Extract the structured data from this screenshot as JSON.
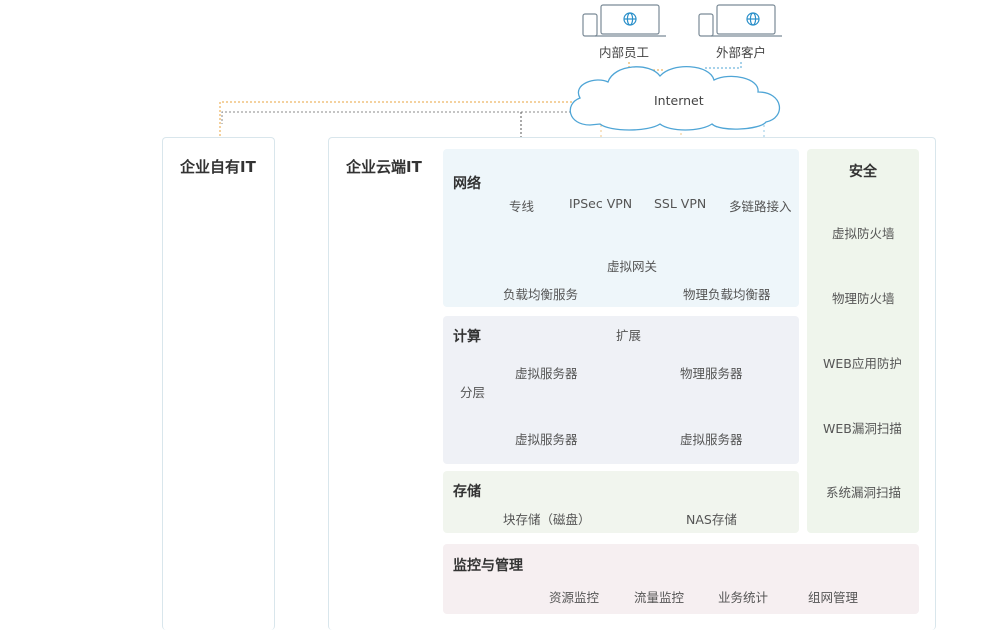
{
  "users": {
    "internal": "内部员工",
    "external": "外部客户"
  },
  "internet": "Internet",
  "on_prem": {
    "title": "企业自有IT"
  },
  "cloud": {
    "title": "企业云端IT"
  },
  "network": {
    "title": "网络",
    "items": [
      "专线",
      "IPSec VPN",
      "SSL VPN",
      "多链路接入"
    ],
    "gateway": "虚拟网关",
    "lb_service": "负载均衡服务",
    "physical_lb": "物理负载均衡器"
  },
  "compute": {
    "title": "计算",
    "expand": "扩展",
    "layer": "分层",
    "row1": [
      "虚拟服务器",
      "物理服务器"
    ],
    "row2": [
      "虚拟服务器",
      "虚拟服务器"
    ]
  },
  "storage": {
    "title": "存储",
    "items": [
      "块存储（磁盘）",
      "NAS存储"
    ]
  },
  "monitor": {
    "title": "监控与管理",
    "items": [
      "资源监控",
      "流量监控",
      "业务统计",
      "组网管理"
    ]
  },
  "security": {
    "title": "安全",
    "items": [
      "虚拟防火墙",
      "物理防火墙",
      "WEB应用防护",
      "WEB漏洞扫描",
      "系统漏洞扫描"
    ]
  },
  "colors": {
    "network_bg": "#eef6fa",
    "compute_bg": "#eff1f6",
    "storage_bg": "#f1f5ee",
    "security_bg": "#eff5ec",
    "monitor_bg": "#f6eff1",
    "orange_line": "#e8a33c",
    "blue_line": "#4fa5d6",
    "green_line": "#3aaa7a"
  }
}
